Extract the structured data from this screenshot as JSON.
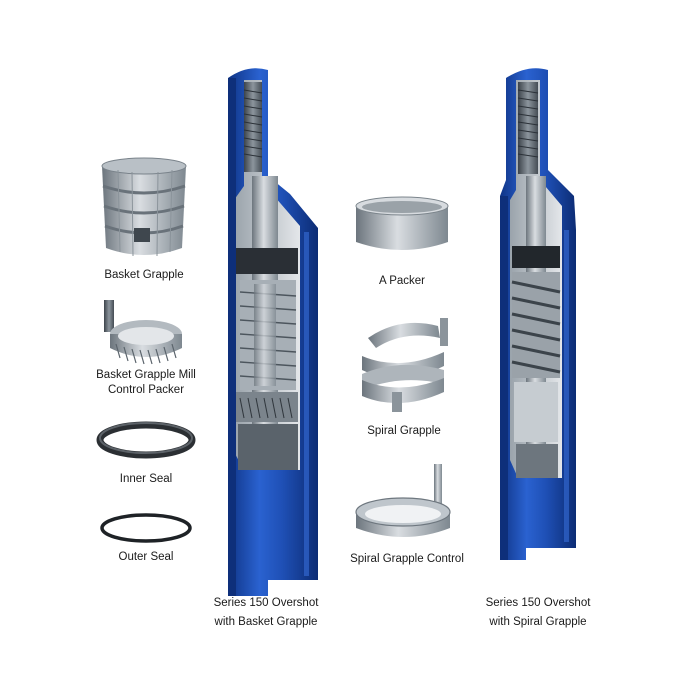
{
  "colors": {
    "tool_blue": "#1f4fb0",
    "steel_light": "#c9ced4",
    "steel_dark": "#55606b"
  },
  "parts_left": [
    {
      "id": "basket-grapple",
      "label": "Basket Grapple",
      "icon": "basket-grapple-icon"
    },
    {
      "id": "basket-grapple-mill-control-packer",
      "label_line1": "Basket Grapple Mill",
      "label_line2": "Control Packer",
      "icon": "mill-control-packer-icon"
    },
    {
      "id": "inner-seal",
      "label": "Inner Seal",
      "icon": "inner-seal-ring-icon"
    },
    {
      "id": "outer-seal",
      "label": "Outer Seal",
      "icon": "outer-seal-ring-icon"
    }
  ],
  "parts_middle": [
    {
      "id": "a-packer",
      "label": "A Packer",
      "icon": "a-packer-icon"
    },
    {
      "id": "spiral-grapple",
      "label": "Spiral Grapple",
      "icon": "spiral-grapple-icon"
    },
    {
      "id": "spiral-grapple-control",
      "label": "Spiral Grapple  Control",
      "icon": "spiral-grapple-control-icon"
    }
  ],
  "tools": [
    {
      "id": "overshot-basket",
      "caption_line1": "Series 150 Overshot",
      "caption_line2": "with Basket Grapple"
    },
    {
      "id": "overshot-spiral",
      "caption_line1": "Series 150 Overshot",
      "caption_line2": "with Spiral Grapple"
    }
  ]
}
